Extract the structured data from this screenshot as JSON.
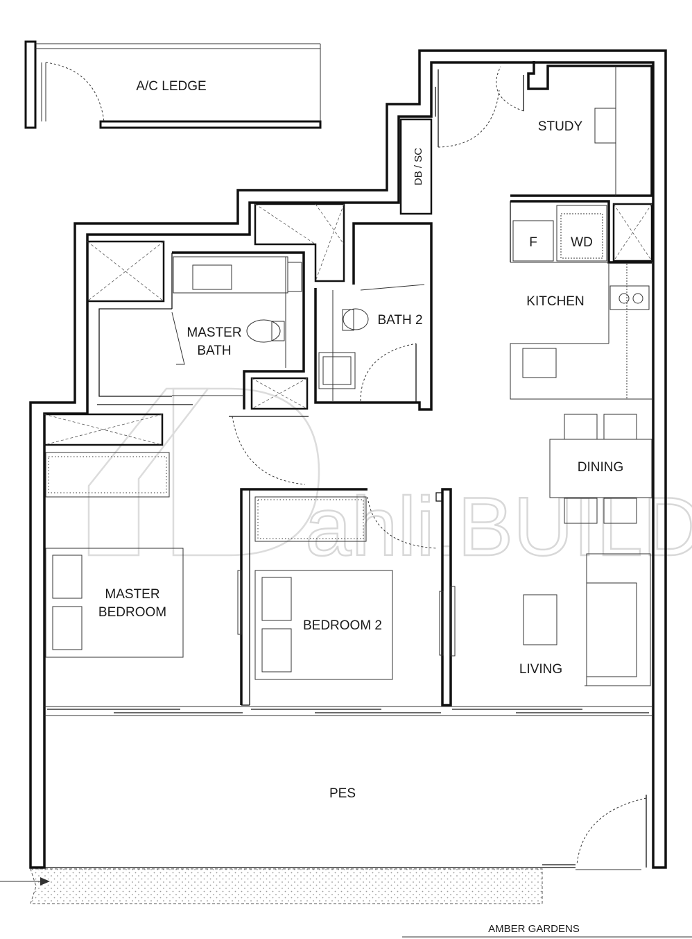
{
  "rooms": {
    "ac_ledge": "A/C LEDGE",
    "study": "STUDY",
    "db_sc": "DB / SC",
    "master_bath": [
      "MASTER",
      "BATH"
    ],
    "bath2": "BATH 2",
    "fridge": "F",
    "washer_dryer": "WD",
    "kitchen": "KITCHEN",
    "dining": "DINING",
    "master_bedroom": [
      "MASTER",
      "BEDROOM"
    ],
    "bedroom2": "BEDROOM 2",
    "living": "LIVING",
    "pes": "PES"
  },
  "footer_label": "AMBER GARDENS",
  "watermark": "Dahli.BUILD"
}
